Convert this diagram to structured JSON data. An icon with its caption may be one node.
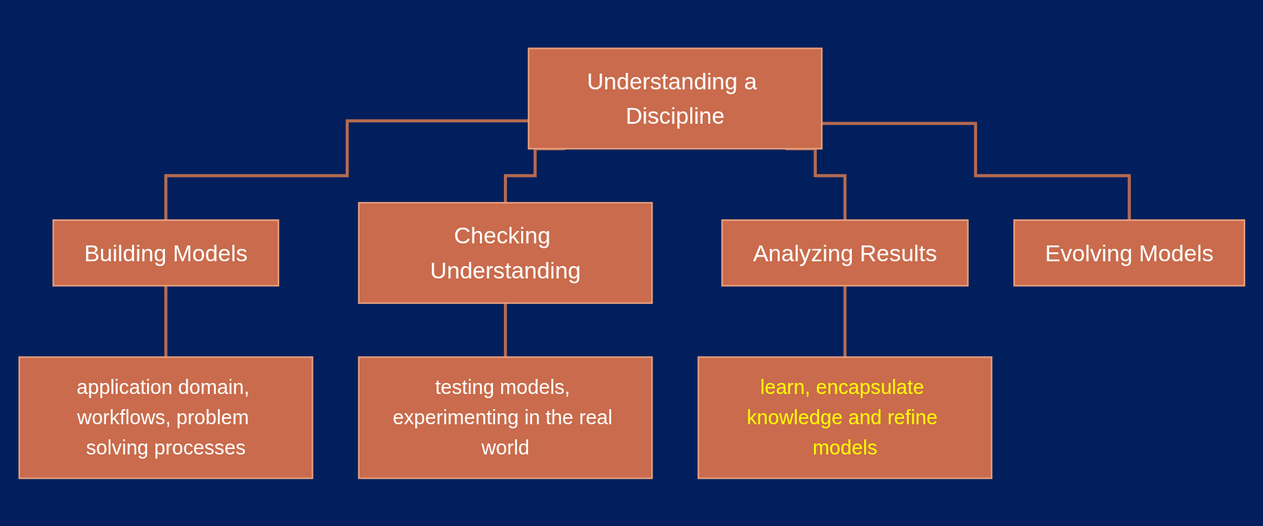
{
  "diagram": {
    "nodes": [
      {
        "text": [
          "Understanding a Discipline"
        ]
      },
      {
        "text": [
          "Building Models"
        ]
      },
      {
        "text": [
          "Checking Understanding"
        ]
      },
      {
        "text": [
          "Analyzing Results"
        ]
      },
      {
        "text": [
          "Evolving Models"
        ]
      },
      {
        "text": [
          "application domain, workflows, problem solving processes"
        ]
      },
      {
        "text": [
          "testing models, experimenting in the real world"
        ]
      },
      {
        "text": [
          "learn, encapsulate knowledge and refine models"
        ]
      }
    ],
    "edges": [
      {
        "from": 0,
        "to": 1,
        "arrow": "none"
      },
      {
        "from": 0,
        "to": 2,
        "arrow": "none"
      },
      {
        "from": 0,
        "to": 3,
        "arrow": "none"
      },
      {
        "from": 0,
        "to": 4,
        "arrow": "none"
      },
      {
        "from": 1,
        "to": 5,
        "arrow": "none"
      },
      {
        "from": 2,
        "to": 6,
        "arrow": "none"
      },
      {
        "from": 3,
        "to": 7,
        "arrow": "none"
      }
    ]
  }
}
